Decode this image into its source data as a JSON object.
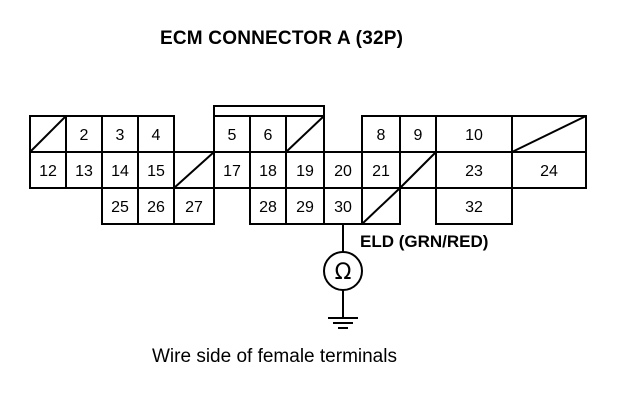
{
  "diagram": {
    "title": "ECM CONNECTOR A (32P)",
    "eld_label": "ELD (GRN/RED)",
    "footer": "Wire side of female terminals",
    "symbols": [
      "ohm-meter-icon",
      "ground-icon"
    ],
    "cell_labels": {
      "c2": "2",
      "c3": "3",
      "c4": "4",
      "c5": "5",
      "c6": "6",
      "c8": "8",
      "c9": "9",
      "c10": "10",
      "c12": "12",
      "c13": "13",
      "c14": "14",
      "c15": "15",
      "c17": "17",
      "c18": "18",
      "c19": "19",
      "c20": "20",
      "c21": "21",
      "c23": "23",
      "c24": "24",
      "c25": "25",
      "c26": "26",
      "c27": "27",
      "c28": "28",
      "c29": "29",
      "c30": "30",
      "c32": "32"
    }
  }
}
